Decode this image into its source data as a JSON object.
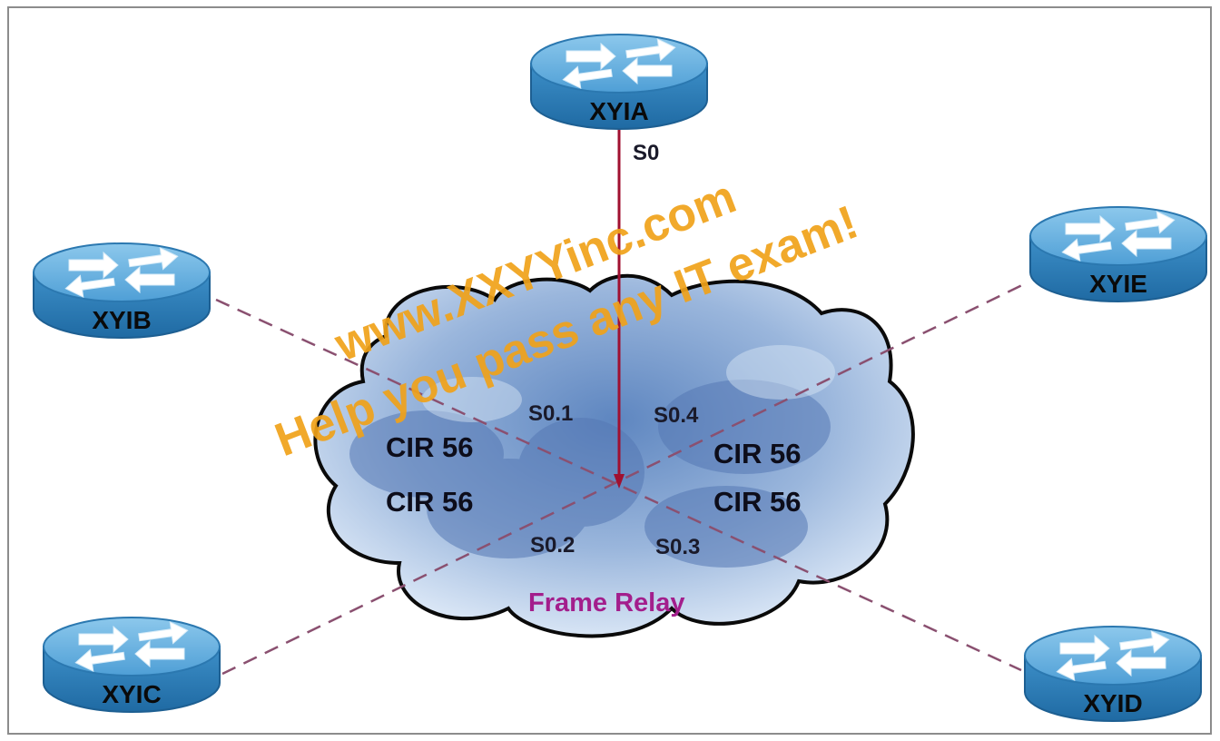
{
  "routers": [
    {
      "id": "a",
      "name": "XYIA"
    },
    {
      "id": "b",
      "name": "XYIB"
    },
    {
      "id": "c",
      "name": "XYIC"
    },
    {
      "id": "d",
      "name": "XYID"
    },
    {
      "id": "e",
      "name": "XYIE"
    }
  ],
  "interfaces": {
    "s0": "S0",
    "s01": "S0.1",
    "s02": "S0.2",
    "s03": "S0.3",
    "s04": "S0.4"
  },
  "cir": {
    "b": "CIR 56",
    "c": "CIR 56",
    "e": "CIR 56",
    "d": "CIR 56"
  },
  "cloud": {
    "label": "Frame Relay"
  },
  "watermark": {
    "line1": "www.XXYYinc.com",
    "line2": "Help you pass any IT exam!"
  },
  "colors": {
    "router_top": "#6ab4e0",
    "router_side": "#2a7cb8",
    "trunk_line": "#a01030",
    "pvc_line": "#8a5070",
    "cloud_label": "#a31e8c",
    "watermark": "#f0a21a"
  },
  "icons": {
    "router": "router-icon",
    "cloud": "frame-relay-cloud-icon"
  }
}
